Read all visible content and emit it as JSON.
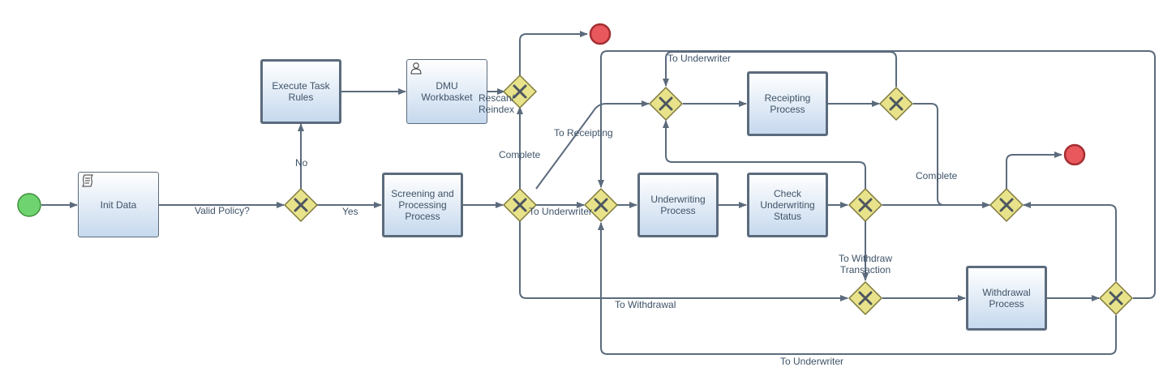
{
  "colors": {
    "line": "#5b6b7c",
    "text": "#3f5368",
    "gateway_fill": "#e8e38a",
    "start_fill": "#6fd46f",
    "end_fill": "#e8585c"
  },
  "tasks": {
    "init_data": "Init Data",
    "execute_task_rules": "Execute Task Rules",
    "dmu_workbasket": "DMU Workbasket",
    "screening": "Screening and Processing Process",
    "underwriting": "Underwriting Process",
    "check_uw_status": "Check Underwriting Status",
    "receipting": "Receipting Process",
    "withdrawal": "Withdrawal Process"
  },
  "labels": {
    "valid_policy": "Valid Policy?",
    "yes": "Yes",
    "no": "No",
    "rescan_reindex": "Rescan/ Reindex",
    "complete_1": "Complete",
    "to_receipting": "To Receipting",
    "to_underwriter_1": "To Underwriter",
    "to_underwriter_top": "To Underwriter",
    "to_withdrawal": "To Withdrawal",
    "to_withdraw_transaction": "To Withdraw Transaction",
    "complete_2": "Complete",
    "to_underwriter_bottom": "To Underwriter"
  }
}
